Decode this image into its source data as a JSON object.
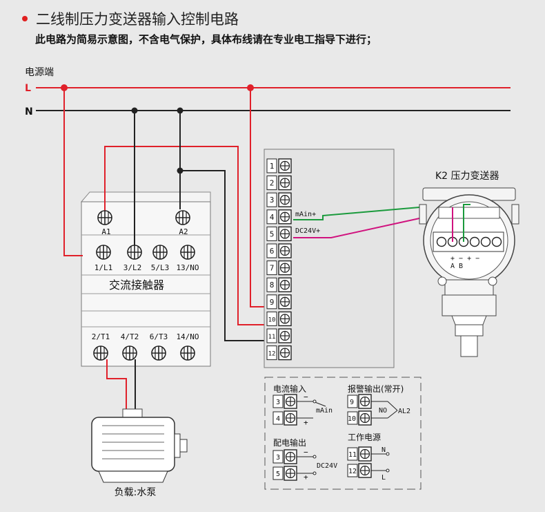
{
  "header": {
    "title": "二线制压力变送器输入控制电路",
    "subtitle": "此电路为简易示意图，不含电气保护，具体布线请在专业电工指导下进行；"
  },
  "power": {
    "source_label": "电源端",
    "line_L": "L",
    "line_N": "N"
  },
  "contactor": {
    "name": "交流接触器",
    "coil_terminals": [
      "A1",
      "A2"
    ],
    "top_terminals": [
      "1/L1",
      "3/L2",
      "5/L3",
      "13/NO"
    ],
    "bottom_terminals": [
      "2/T1",
      "4/T2",
      "6/T3",
      "14/NO"
    ]
  },
  "load": {
    "label": "负载:水泵"
  },
  "controller": {
    "terminals": [
      "1",
      "2",
      "3",
      "4",
      "5",
      "6",
      "7",
      "8",
      "9",
      "10",
      "11",
      "12"
    ],
    "signal_labels": {
      "t4": "mAin+",
      "t5": "DC24V+"
    }
  },
  "transmitter": {
    "label": "K2 压力变送器",
    "marks_pm": "+ − + −",
    "marks_ab": "A  B"
  },
  "legend": {
    "current_input": {
      "title": "电流输入",
      "t1": "3",
      "t2": "4",
      "minus": "−",
      "plus": "+",
      "signal": "mAin"
    },
    "alarm_output": {
      "title": "报警输出(常开)",
      "t1": "9",
      "t2": "10",
      "no": "NO",
      "out": "AL2"
    },
    "power_output": {
      "title": "配电输出",
      "t1": "3",
      "t2": "5",
      "minus": "−",
      "plus": "+",
      "signal": "DC24V"
    },
    "work_power": {
      "title": "工作电源",
      "t1": "11",
      "t2": "12",
      "n": "N",
      "l": "L"
    }
  },
  "colors": {
    "live": "#e0202a",
    "wire": "#222222",
    "green": "#1a9a3c",
    "magenta": "#d0127e"
  }
}
